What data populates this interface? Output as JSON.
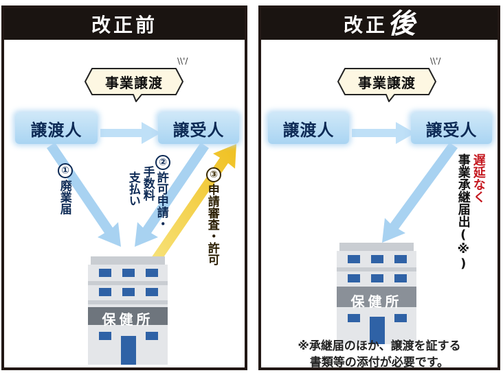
{
  "before": {
    "title": "改正前",
    "bubble": "事業譲渡",
    "transferor": "譲渡人",
    "transferee": "譲受人",
    "step1_num": "①",
    "step1_text": "廃業届",
    "step2_num": "②",
    "step2_col1": "許可申請・",
    "step2_col2": "手数料",
    "step2_col3": "支払い",
    "step3_num": "③",
    "step3_text": "申請審査・許可",
    "office_sign": "保健所"
  },
  "after": {
    "title_main": "改正",
    "title_big": "後",
    "bubble": "事業譲渡",
    "transferor": "譲渡人",
    "transferee": "譲受人",
    "highlight": "遅延なく",
    "notice": "事業承継届出(※)",
    "office_sign": "保健所",
    "footnote_line1": "※承継届のほか、譲渡を証する",
    "footnote_line2": "書類等の添付が必要です。"
  },
  "colors": {
    "header": "#1a1411",
    "pill": "#a9d4f2",
    "arrow_blue": "#9fcdf0",
    "arrow_gold": "#f3cb3d",
    "highlight_red": "#c4171e",
    "text_navy": "#0d2a55"
  }
}
